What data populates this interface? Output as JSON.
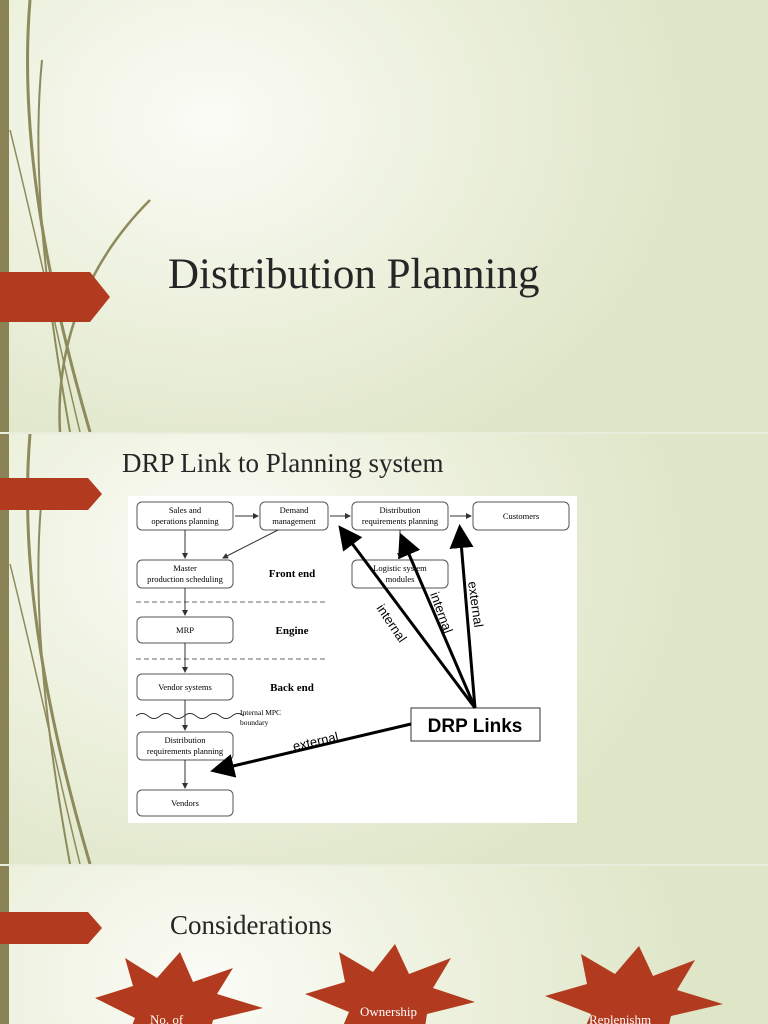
{
  "slide1": {
    "title": "Distribution Planning"
  },
  "slide2": {
    "title": "DRP Link to Planning system",
    "diagram": {
      "sales_ops_1": "Sales and",
      "sales_ops_2": "operations planning",
      "demand_1": "Demand",
      "demand_2": "management",
      "drp_top_1": "Distribution",
      "drp_top_2": "requirements planning",
      "customers": "Customers",
      "mps_1": "Master",
      "mps_2": "production scheduling",
      "front_end": "Front end",
      "logistic_1": "Logistic system",
      "logistic_2": "modules",
      "mrp": "MRP",
      "engine": "Engine",
      "vendor_systems": "Vendor systems",
      "back_end": "Back end",
      "boundary_1": "Internal MPC",
      "boundary_2": "boundary",
      "drp_bottom_1": "Distribution",
      "drp_bottom_2": "requirements planning",
      "vendors": "Vendors",
      "drp_links": "DRP Links",
      "label_internal_1": "internal",
      "label_internal_2": "internal",
      "label_external_top": "external",
      "label_external_bottom": "external"
    }
  },
  "slide3": {
    "title": "Considerations",
    "stars": [
      "No. of",
      "Ownership",
      "Replenishm"
    ]
  },
  "colors": {
    "accent": "#b23a1e",
    "edge": "#8a8355",
    "title": "#262626"
  }
}
